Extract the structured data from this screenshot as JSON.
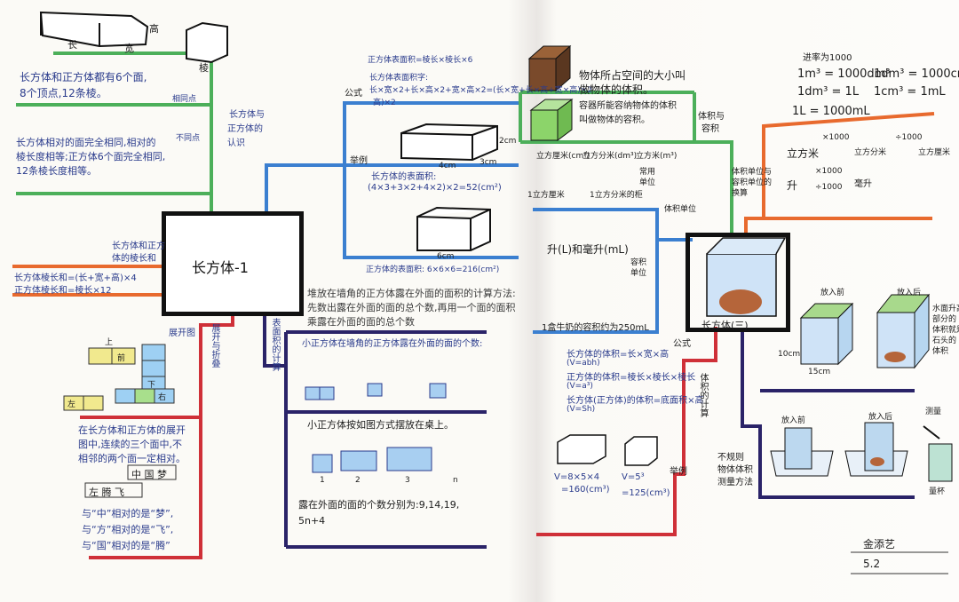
{
  "left_center": {
    "title": "长方体-1"
  },
  "right_center": {
    "title": "长方体(三)"
  },
  "left_top": {
    "label_length": "长",
    "label_width": "宽",
    "label_height": "高",
    "label_edge": "棱",
    "fact1_line1": "长方体和正方体都有6个面,",
    "fact1_line2": "8个顶点,12条棱。",
    "same_point": "相同点",
    "fact2_line1": "长方体相对的面完全相同,相对的",
    "fact2_line2": "棱长度相等;正方体6个面完全相同,",
    "fact2_line3": "12条棱长度相等。",
    "diff_point": "不同点",
    "branch_label_1": "长方体与",
    "branch_label_2": "正方体的",
    "branch_label_3": "认识"
  },
  "left_mid": {
    "sum_label_1": "长方体和正方",
    "sum_label_2": "体的棱长和",
    "rect_sum": "长方体棱长和=(长+宽+高)×4",
    "cube_sum": "正方体棱长和=棱长×12"
  },
  "left_bottom": {
    "net_label": "展开图",
    "branch_label": "展开与折叠",
    "net_face_top": "上",
    "net_face_front": "前",
    "net_face_left": "左",
    "net_face_down": "下",
    "net_face_right": "右",
    "net_text_1": "在长方体和正方体的展开",
    "net_text_2": "图中,连续的三个面中,不",
    "net_text_3": "相邻的两个面一定相对。",
    "word_row1": "中 国 梦",
    "word_row2": "左 腾 飞",
    "rel1": "与“中”相对的是“梦”,",
    "rel2": "与“方”相对的是“飞”,",
    "rel3": "与“国”相对的是“腾”"
  },
  "center_top": {
    "surface_def": "正方体表面积=棱长×棱长×6",
    "rect_def": "长方体表面积字:",
    "rect_formula_1": "长×宽×2+长×高×2+宽×高×2=(长×宽+长×高+宽×高)×2",
    "rect_formula_2": "高)×2",
    "formula_tag": "公式",
    "example_tag": "举例",
    "dim_a": "3cm",
    "dim_b": "4cm",
    "dim_c": "2cm",
    "rect_example_1": "长方体的表面积:",
    "rect_example_2": "(4×3+3×2+4×2)×2=52(cm²)",
    "cube_dim": "6cm",
    "cube_example": "正方体的表面积: 6×6×6=216(cm²)",
    "stack_text_1": "堆放在墙角的正方体露在外面的面积的计算方法:",
    "stack_text_2": "先数出露在外面的面的总个数,再用一个面的面积",
    "stack_text_3": "乘露在外面的面的总个数",
    "corner_text": "小正方体在墙角的正方体露在外面的面的个数:",
    "pattern_text": "小正方体按如图方式摆放在桌上。",
    "pattern_result": "露在外面的面的个数分别为:9,14,19,",
    "pattern_formula": "5n+4",
    "seq_1": "1",
    "seq_2": "2",
    "seq_3": "3",
    "seq_n": "n",
    "branch_surface": "表面积的计算"
  },
  "right_top": {
    "volume_def_1": "物体所占空间的大小叫",
    "volume_def_2": "做物体的体积。",
    "capacity_def_1": "容器所能容纳物体的体积",
    "capacity_def_2": "叫做物体的容积。",
    "branch_1": "体积与",
    "branch_2": "容积",
    "cm_unit": "立方厘米(cm³)",
    "dm_unit": "立方分米(dm³)",
    "cm_example": "1立方厘米",
    "dm_example": "1立方分米的柜",
    "m_label": "立方米(m³)",
    "common_unit_1": "常用",
    "common_unit_2": "单位",
    "vol_unit": "体积单位",
    "L_unit": "升(L)和毫升(mL)",
    "capacity_unit_1": "容积",
    "capacity_unit_2": "单位",
    "milk_text": "1盒牛奶的容积约为250mL"
  },
  "right_far_top": {
    "rate_label": "进率为1000",
    "eq1": "1m³ = 1000dm³",
    "eq2": "1dm³ = 1000cm³",
    "eq3": "1dm³ = 1L",
    "eq4": "1cm³ = 1mL",
    "eq5": "1L = 1000mL",
    "conv_label_1": "体积单位与",
    "conv_label_2": "容积单位的",
    "conv_label_3": "换算",
    "row1_left": "立方米",
    "row1_mid": "立方分米",
    "row1_right": "立方厘米",
    "row1_op1": "×1000",
    "row1_op2": "÷1000",
    "row2_left": "升",
    "row2_right": "毫升",
    "row2_op1": "×1000",
    "row2_op2": "÷1000"
  },
  "right_bottom": {
    "formula_tag": "公式",
    "vol_f1": "长方体的体积=长×宽×高",
    "vol_f1b": "(V=abh)",
    "vol_f2": "正方体的体积=棱长×棱长×棱长",
    "vol_f3": "(V=a³)",
    "vol_f4": "长方体(正方体)的体积=底面积×高",
    "vol_f5": "(V=Sh)",
    "example_tag": "举例",
    "ex1": "V=8×5×4",
    "ex1b": "=160(cm³)",
    "ex2": "V=5³",
    "ex2b": "=125(cm³)",
    "calc_branch": "体积的计算",
    "irregular_1": "不规则",
    "irregular_2": "物体体积",
    "irregular_3": "测量方法",
    "put_stone": "放入前",
    "after_stone": "放入后",
    "water_note_1": "水面升高",
    "water_note_2": "部分的",
    "water_note_3": "体积就是",
    "water_note_4": "石头的",
    "water_note_5": "体积",
    "dim1": "10cm",
    "dim2": "15cm",
    "put_in": "放入前",
    "put_after": "放入后",
    "measure": "测量",
    "cup": "量杯"
  },
  "signature": {
    "name": "金添艺",
    "date": "5.2"
  }
}
